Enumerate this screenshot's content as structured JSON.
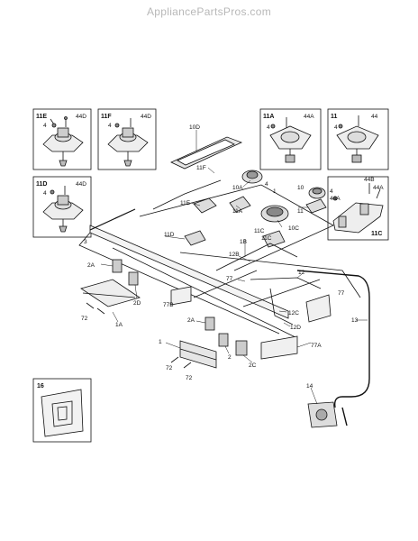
{
  "watermark": "AppliancePartsPros.com",
  "inset_boxes": [
    {
      "id": "11E",
      "parts": [
        "4",
        "44D"
      ]
    },
    {
      "id": "11F",
      "parts": [
        "4",
        "44D"
      ]
    },
    {
      "id": "11A",
      "parts": [
        "4",
        "44A"
      ]
    },
    {
      "id": "11",
      "parts": [
        "4",
        "44"
      ]
    },
    {
      "id": "11D",
      "parts": [
        "4",
        "44D"
      ]
    },
    {
      "id": "11C",
      "parts": [
        "4",
        "44B",
        "44A",
        "44A"
      ]
    },
    {
      "id": "16",
      "parts": []
    }
  ],
  "callouts": [
    "10D",
    "11F",
    "10A",
    "4",
    "1",
    "10",
    "11E",
    "11A",
    "11",
    "11C",
    "10C",
    "3",
    "11D",
    "1B",
    "12B",
    "2A",
    "12",
    "77",
    "2D",
    "77B",
    "12C",
    "1A",
    "72",
    "2A",
    "12D",
    "1",
    "77A",
    "2",
    "72",
    "2C",
    "72",
    "13",
    "14",
    "11C"
  ]
}
